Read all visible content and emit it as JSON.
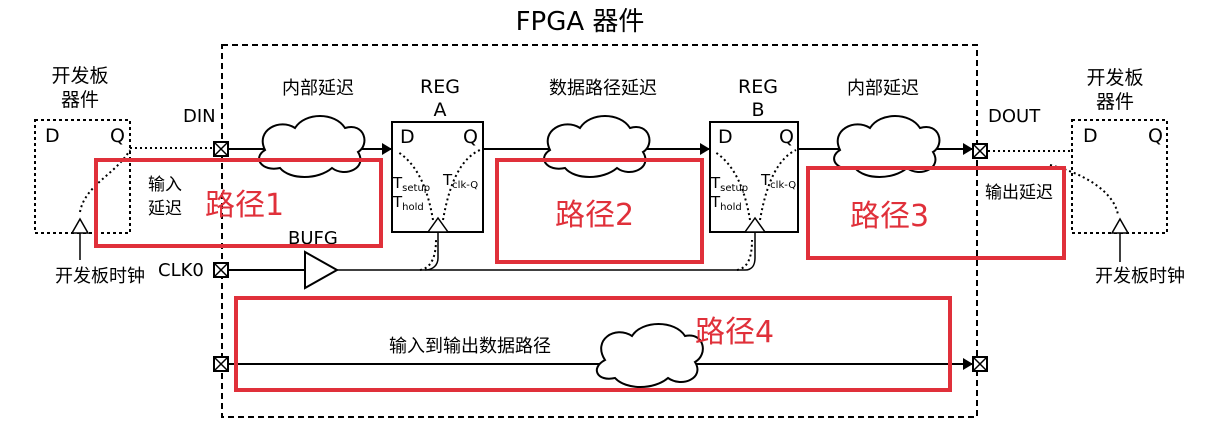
{
  "title": "FPGA 器件",
  "board_left": {
    "label_line1": "开发板",
    "label_line2": "器件",
    "d": "D",
    "q": "Q",
    "clock": "开发板时钟"
  },
  "board_right": {
    "label_line1": "开发板",
    "label_line2": "器件",
    "d": "D",
    "q": "Q",
    "clock": "开发板时钟"
  },
  "ports": {
    "din": "DIN",
    "dout": "DOUT",
    "clk0": "CLK0",
    "bufg": "BUFG"
  },
  "reg_a": {
    "line1": "REG",
    "line2": "A",
    "d": "D",
    "q": "Q",
    "tsetup_main": "T",
    "tsetup_sub": "setup",
    "thold_main": "T",
    "thold_sub": "hold",
    "tclkq_main": "T",
    "tclkq_sub": "clk-Q"
  },
  "reg_b": {
    "line1": "REG",
    "line2": "B",
    "d": "D",
    "q": "Q",
    "tsetup_main": "T",
    "tsetup_sub": "setup",
    "thold_main": "T",
    "thold_sub": "hold",
    "tclkq_main": "T",
    "tclkq_sub": "clk-Q"
  },
  "delays": {
    "internal_left": "内部延迟",
    "data_path": "数据路径延迟",
    "internal_right": "内部延迟",
    "input_line1": "输入",
    "input_line2": "延迟",
    "output": "输出延迟",
    "in_to_out": "输入到输出数据路径"
  },
  "paths": {
    "p1": "路径1",
    "p2": "路径2",
    "p3": "路径3",
    "p4": "路径4"
  },
  "colors": {
    "highlight": "#e0303a"
  }
}
